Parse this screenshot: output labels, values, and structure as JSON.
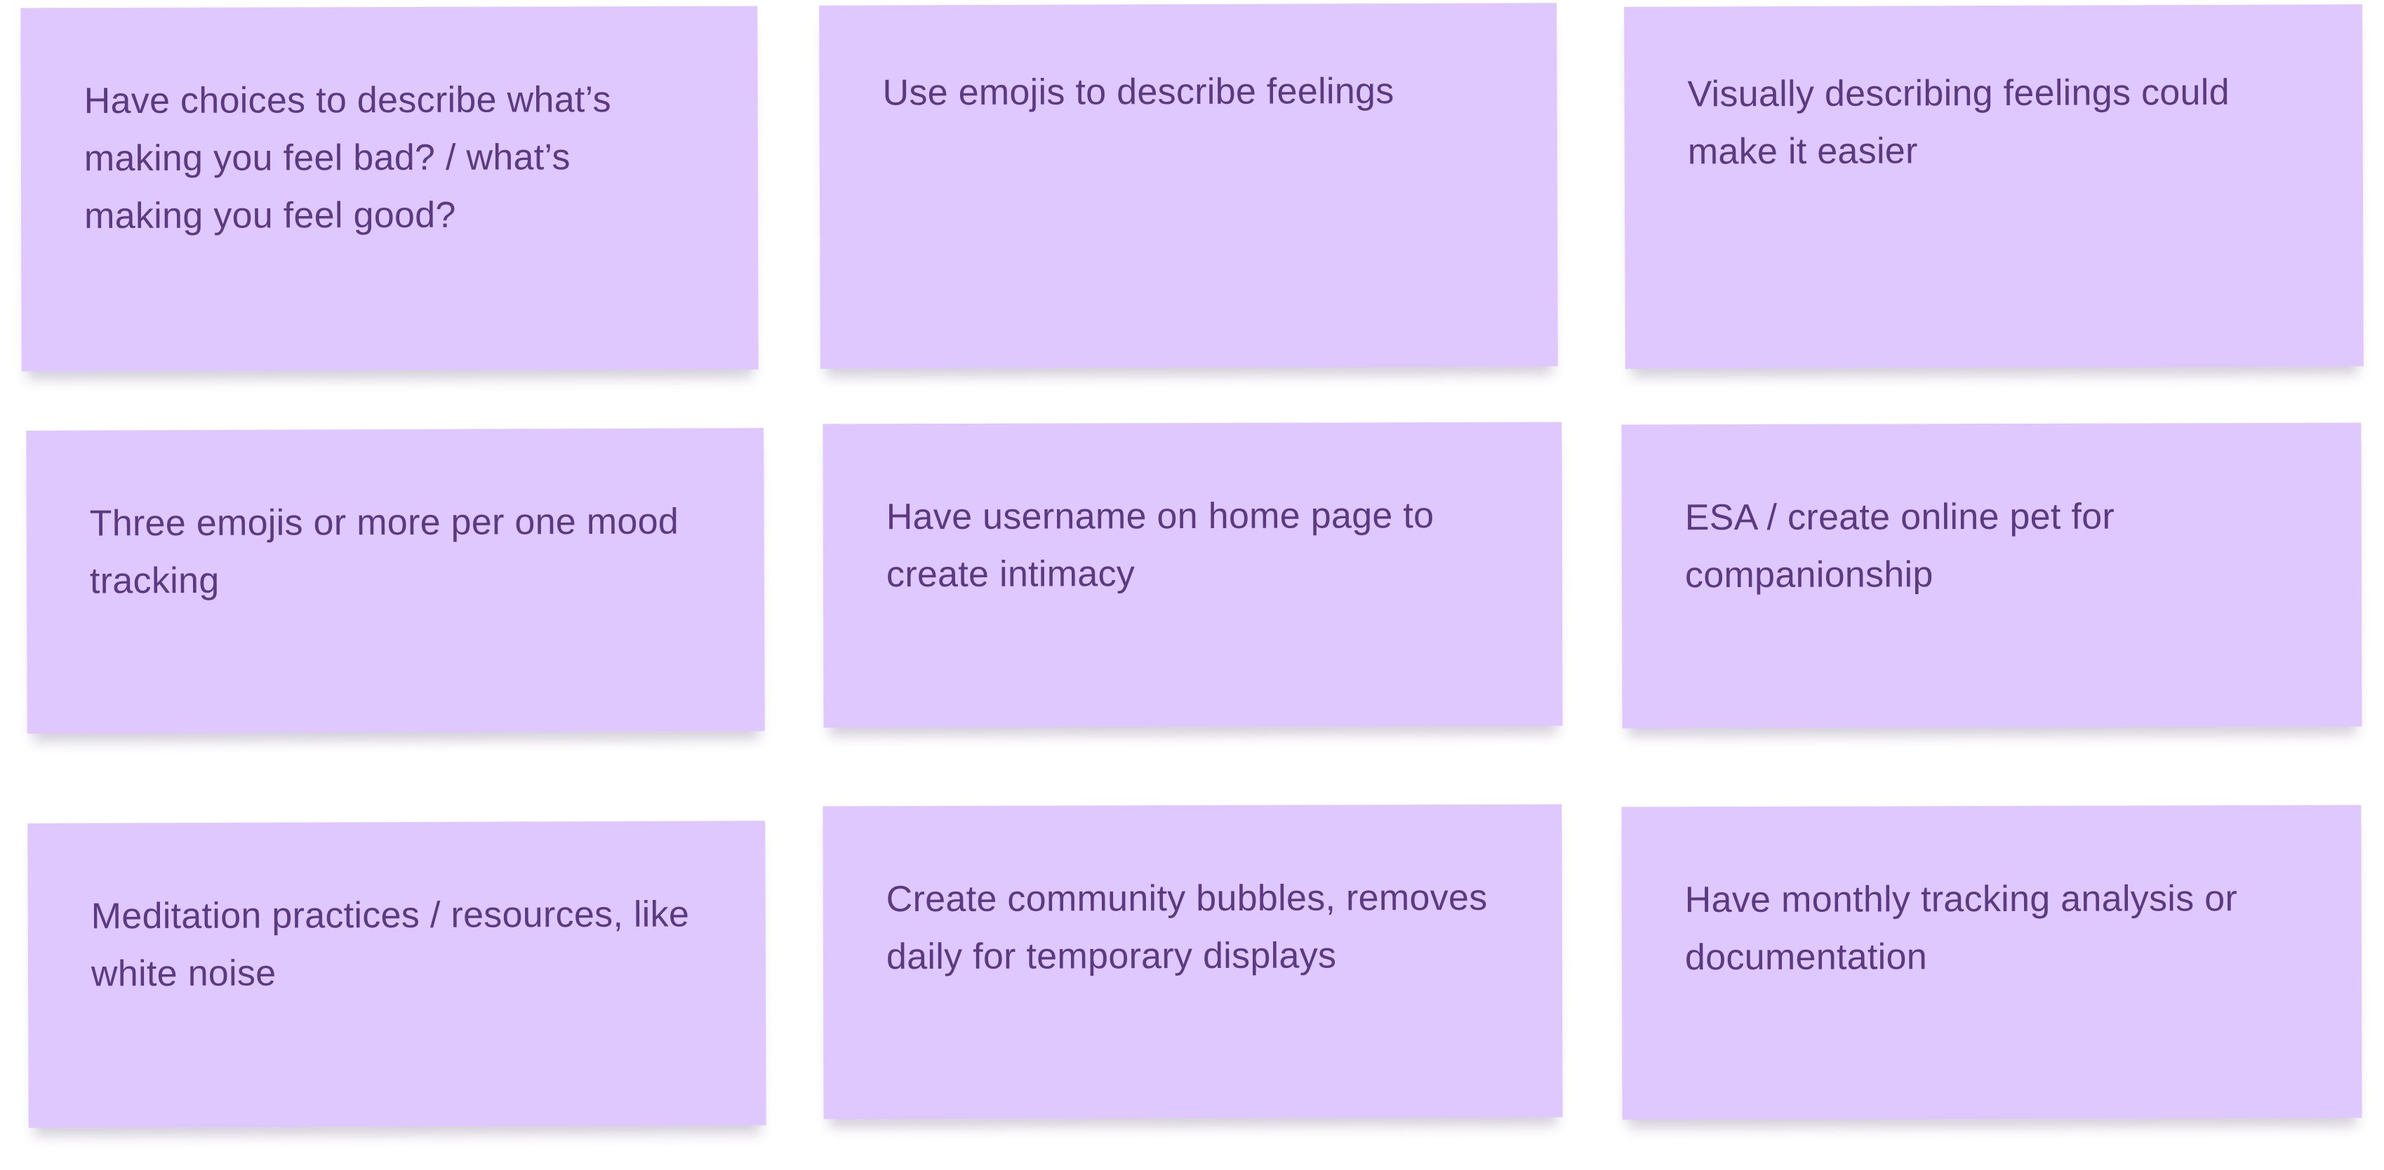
{
  "theme": {
    "note_bg": "#dfc8fd",
    "note_text": "#5b3a82"
  },
  "notes": [
    {
      "text": "Have choices to describe what’s making you feel bad? / what’s making you feel good?"
    },
    {
      "text": "Use emojis to describe feelings"
    },
    {
      "text": "Visually describing feelings could make it easier"
    },
    {
      "text": "Three emojis or more per one mood tracking"
    },
    {
      "text": "Have username on home page to create intimacy"
    },
    {
      "text": "ESA / create online pet for companionship"
    },
    {
      "text": "Meditation practices / resources, like white noise"
    },
    {
      "text": "Create community bubbles, removes daily for temporary displays"
    },
    {
      "text": "Have monthly tracking analysis or documentation"
    }
  ]
}
